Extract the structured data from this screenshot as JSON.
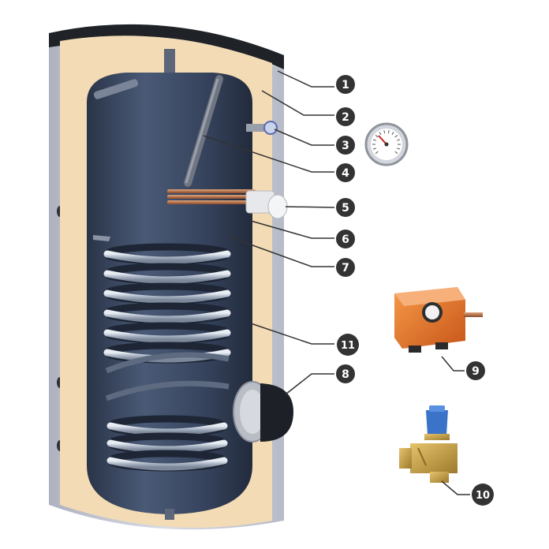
{
  "callouts": [
    {
      "id": "c1",
      "label": "1"
    },
    {
      "id": "c2",
      "label": "2"
    },
    {
      "id": "c3",
      "label": "3"
    },
    {
      "id": "c4",
      "label": "4"
    },
    {
      "id": "c5",
      "label": "5"
    },
    {
      "id": "c6",
      "label": "6"
    },
    {
      "id": "c7",
      "label": "7"
    },
    {
      "id": "c11",
      "label": "11"
    },
    {
      "id": "c8",
      "label": "8"
    },
    {
      "id": "c9",
      "label": "9"
    },
    {
      "id": "c10",
      "label": "10"
    }
  ],
  "colors": {
    "outer_jacket": "#c9ccd6",
    "insulation": "#f3dcb5",
    "tank": "#33415a",
    "coil": "#c3ccd8",
    "badge": "#333333",
    "badge_text": "#ffffff",
    "leader": "#333333",
    "thermostat": "#e8762a",
    "valve_cap": "#3b73c8",
    "brass": "#c9a24a"
  },
  "icons": [
    "thermometer-icon",
    "thermostat-icon",
    "safety-valve-icon",
    "heating-element-icon",
    "anode-rod-icon",
    "flange-icon"
  ]
}
